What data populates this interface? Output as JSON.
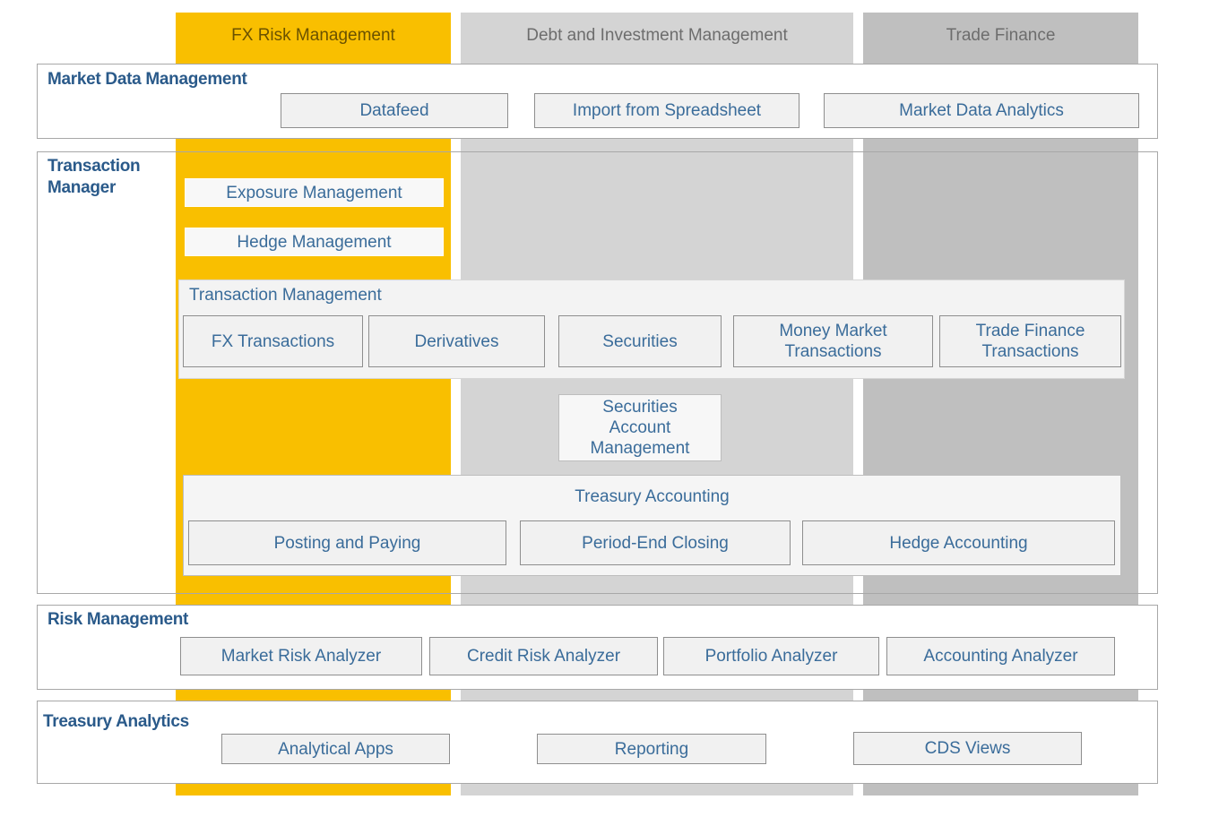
{
  "columns": {
    "fx": "FX Risk  Management",
    "debt": "Debt  and  Investment Management",
    "trade": "Trade Finance"
  },
  "market_data": {
    "title": "Market Data Management",
    "items": [
      "Datafeed",
      "Import from Spreadsheet",
      "Market Data Analytics"
    ]
  },
  "transaction_manager": {
    "title_line1": "Transaction",
    "title_line2": "Manager",
    "exposure": "Exposure Management",
    "hedge": "Hedge Management",
    "transaction_management": {
      "title": "Transaction Management",
      "items": [
        "FX Transactions",
        "Derivatives",
        "Securities"
      ],
      "money_market_l1": "Money Market",
      "money_market_l2": "Transactions",
      "trade_finance_l1": "Trade Finance",
      "trade_finance_l2": "Transactions"
    },
    "securities_account_l1": "Securities",
    "securities_account_l2": "Account",
    "securities_account_l3": "Management",
    "treasury_accounting": {
      "title": "Treasury Accounting",
      "items": [
        "Posting and Paying",
        "Period-End Closing",
        "Hedge Accounting"
      ]
    }
  },
  "risk_management": {
    "title": "Risk  Management",
    "items": [
      "Market Risk Analyzer",
      "Credit Risk Analyzer",
      "Portfolio Analyzer",
      "Accounting Analyzer"
    ]
  },
  "treasury_analytics": {
    "title": "Treasury Analytics",
    "items": [
      "Analytical Apps",
      "Reporting",
      "CDS Views"
    ]
  },
  "colors": {
    "fx_column": "#f9bf00",
    "debt_column": "#d4d4d4",
    "trade_column": "#bfbfbf",
    "title_blue": "#2a5a8a",
    "box_text": "#3a6c9a"
  }
}
